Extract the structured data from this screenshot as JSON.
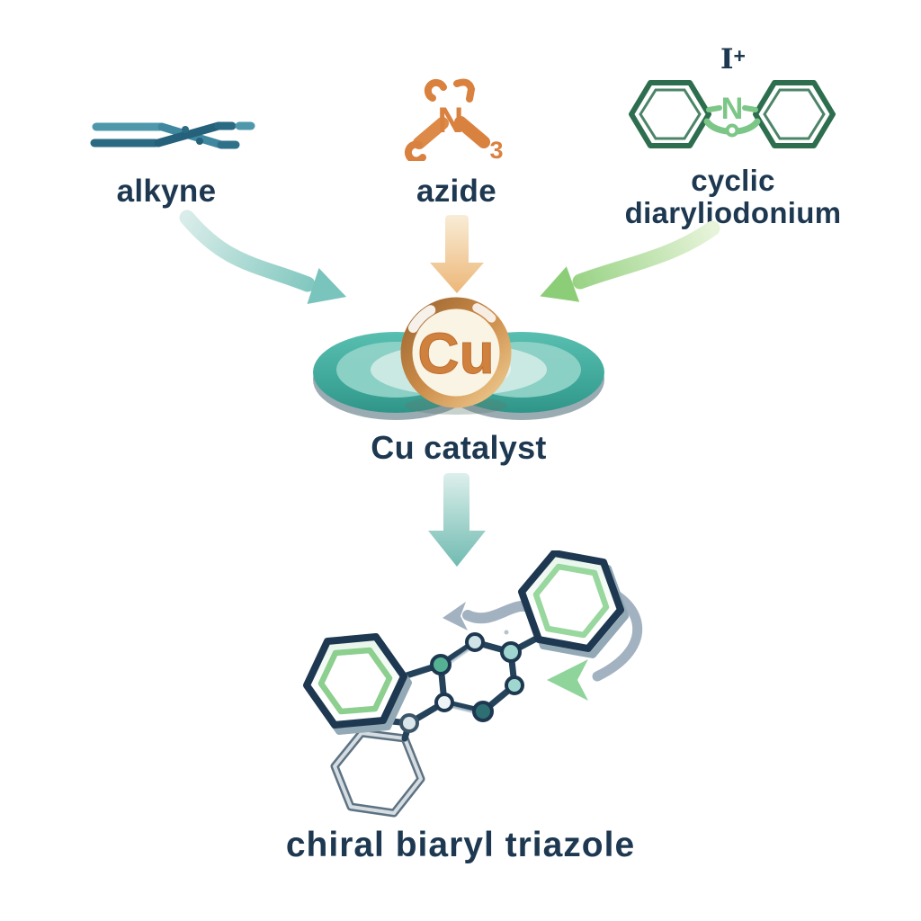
{
  "diagram": {
    "title_implied": "",
    "reactants": [
      {
        "name": "alkyne",
        "label": "alkyne"
      },
      {
        "name": "azide",
        "label": "azide",
        "icon_symbol": "N",
        "icon_subscript": "3"
      },
      {
        "name": "cyclic-diaryliodonium",
        "label_line1": "cyclic",
        "label_line2": "diaryliodonium",
        "iodine_symbol": "I",
        "iodine_charge": "+",
        "bridge_symbol": "N"
      }
    ],
    "catalyst": {
      "symbol": "Cu",
      "label": "Cu catalyst"
    },
    "product": {
      "label": "chiral biaryl triazole"
    },
    "colors": {
      "text_navy": "#1d3850",
      "alkyne_light": "#4f98ab",
      "alkyne_dark": "#2a6a82",
      "azide_orange": "#d9813f",
      "diaryl_green_dark": "#2d6e4e",
      "diaryl_green_light": "#7cc687",
      "arrow_teal": "#6fc0b6",
      "arrow_orange": "#edb87a",
      "arrow_green": "#8ccd77",
      "blob_teal": "#41ae9f",
      "blob_light": "#cdeae5",
      "cu_ring_copper": "#cc8c49",
      "cu_fill_cream": "#faf4e5",
      "cu_text_orange": "#d0813e",
      "molecule_outline": "#1d3850",
      "molecule_green_ring": "#98d79e",
      "molecule_gray": "#a3b2c0",
      "arrowhead_green": "#8fd49a"
    }
  }
}
